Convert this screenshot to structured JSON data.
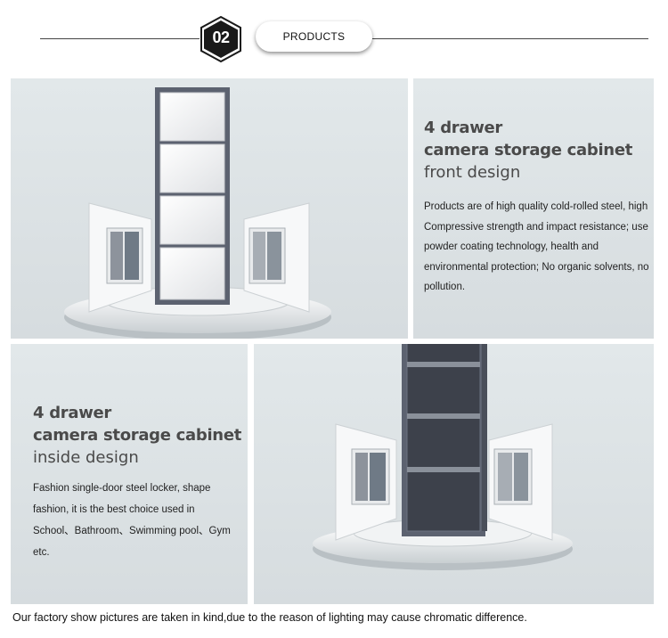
{
  "header": {
    "badge_number": "02",
    "section_label": "PRODUCTS"
  },
  "front_panel": {
    "title_line1": "4 drawer",
    "title_line2": "camera storage cabinet",
    "title_line3": "front design",
    "description": "Products are of high quality cold-rolled steel, high Compressive strength and impact resistance; use powder coating technology, health and environmental protection; No organic solvents, no pollution."
  },
  "inside_panel": {
    "title_line1": "4 drawer",
    "title_line2": "camera storage cabinet",
    "title_line3": "inside design",
    "description": "Fashion single-door steel locker, shape fashion, it is the best choice used in School、Bathroom、Swimming pool、Gym etc."
  },
  "footnote": "Our factory show pictures are taken in kind,due to the reason of lighting may cause chromatic difference.",
  "colors": {
    "panel_bg": "#dde3e5",
    "cabinet_frame": "#5c6270",
    "cabinet_interior": "#3d414b",
    "drawer_face": "#f4f4f4",
    "badge_fill": "#1a1a1a"
  }
}
